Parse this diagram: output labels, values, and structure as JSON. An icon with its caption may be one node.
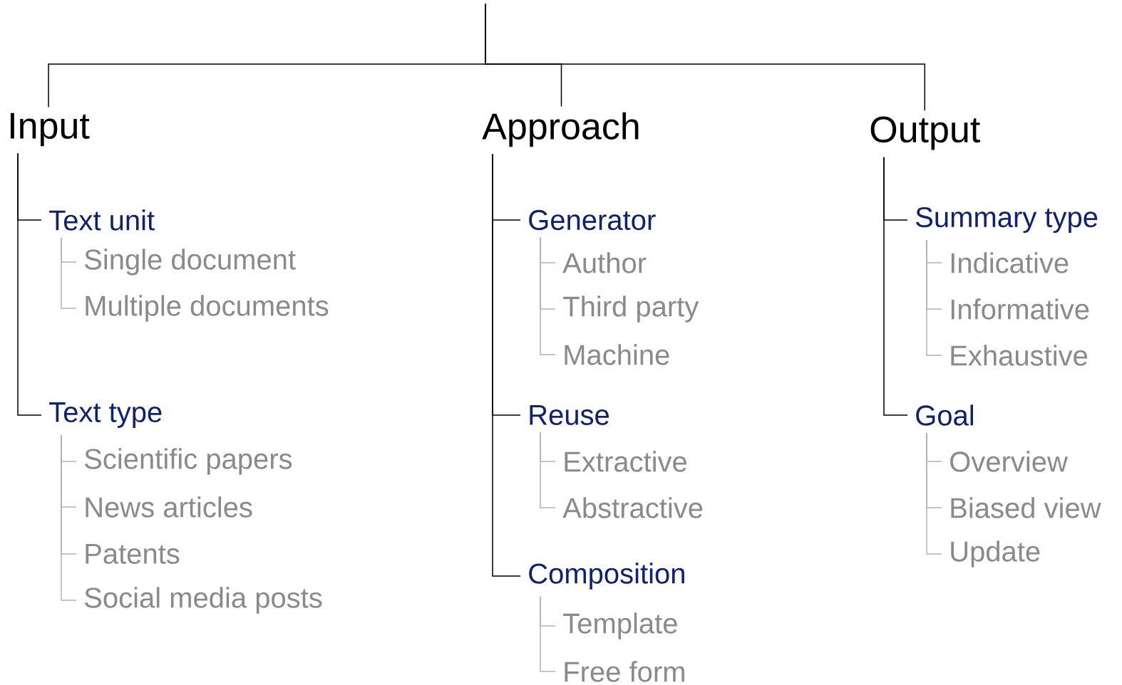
{
  "diagram": {
    "nodes": [
      {
        "text": [
          "Input"
        ]
      },
      {
        "text": [
          "Text unit"
        ]
      },
      {
        "text": [
          "Single document"
        ]
      },
      {
        "text": [
          "Multiple documents"
        ]
      },
      {
        "text": [
          "Text type"
        ]
      },
      {
        "text": [
          "Scientific papers"
        ]
      },
      {
        "text": [
          "News articles"
        ]
      },
      {
        "text": [
          "Patents"
        ]
      },
      {
        "text": [
          "Social media posts"
        ]
      },
      {
        "text": [
          "Approach"
        ]
      },
      {
        "text": [
          "Generator"
        ]
      },
      {
        "text": [
          "Author"
        ]
      },
      {
        "text": [
          "Third party"
        ]
      },
      {
        "text": [
          "Machine"
        ]
      },
      {
        "text": [
          "Reuse"
        ]
      },
      {
        "text": [
          "Extractive"
        ]
      },
      {
        "text": [
          "Abstractive"
        ]
      },
      {
        "text": [
          "Composition"
        ]
      },
      {
        "text": [
          "Template"
        ]
      },
      {
        "text": [
          "Free form"
        ]
      },
      {
        "text": [
          "Output"
        ]
      },
      {
        "text": [
          "Summary type"
        ]
      },
      {
        "text": [
          "Indicative"
        ]
      },
      {
        "text": [
          "Informative"
        ]
      },
      {
        "text": [
          "Exhaustive"
        ]
      },
      {
        "text": [
          "Goal"
        ]
      },
      {
        "text": [
          "Overview"
        ]
      },
      {
        "text": [
          "Biased view"
        ]
      },
      {
        "text": [
          "Update"
        ]
      }
    ],
    "edges": [
      {
        "from": null,
        "to": 0,
        "arrow": "none",
        "color": "#000000"
      },
      {
        "from": null,
        "to": 9,
        "arrow": "none",
        "color": "#000000"
      },
      {
        "from": null,
        "to": 20,
        "arrow": "none",
        "color": "#000000"
      },
      {
        "from": 0,
        "to": 1,
        "arrow": "none",
        "color": "#000000"
      },
      {
        "from": 0,
        "to": 4,
        "arrow": "none",
        "color": "#000000"
      },
      {
        "from": 1,
        "to": 2,
        "arrow": "none"
      },
      {
        "from": 1,
        "to": 3,
        "arrow": "none"
      },
      {
        "from": 4,
        "to": 5,
        "arrow": "none"
      },
      {
        "from": 4,
        "to": 6,
        "arrow": "none"
      },
      {
        "from": 4,
        "to": 7,
        "arrow": "none"
      },
      {
        "from": 4,
        "to": 8,
        "arrow": "none"
      },
      {
        "from": 9,
        "to": 10,
        "arrow": "none",
        "color": "#000000"
      },
      {
        "from": 9,
        "to": 14,
        "arrow": "none",
        "color": "#000000"
      },
      {
        "from": 9,
        "to": 17,
        "arrow": "none",
        "color": "#000000"
      },
      {
        "from": 10,
        "to": 11,
        "arrow": "none"
      },
      {
        "from": 10,
        "to": 12,
        "arrow": "none"
      },
      {
        "from": 10,
        "to": 13,
        "arrow": "none"
      },
      {
        "from": 14,
        "to": 15,
        "arrow": "none"
      },
      {
        "from": 14,
        "to": 16,
        "arrow": "none"
      },
      {
        "from": 17,
        "to": 18,
        "arrow": "none"
      },
      {
        "from": 17,
        "to": 19,
        "arrow": "none"
      },
      {
        "from": 20,
        "to": 21,
        "arrow": "none",
        "color": "#000000"
      },
      {
        "from": 20,
        "to": 25,
        "arrow": "none",
        "color": "#000000"
      },
      {
        "from": 21,
        "to": 22,
        "arrow": "none"
      },
      {
        "from": 21,
        "to": 23,
        "arrow": "none"
      },
      {
        "from": 21,
        "to": 24,
        "arrow": "none"
      },
      {
        "from": 25,
        "to": 26,
        "arrow": "none"
      },
      {
        "from": 25,
        "to": 27,
        "arrow": "none"
      },
      {
        "from": 25,
        "to": 28,
        "arrow": "none"
      }
    ]
  }
}
